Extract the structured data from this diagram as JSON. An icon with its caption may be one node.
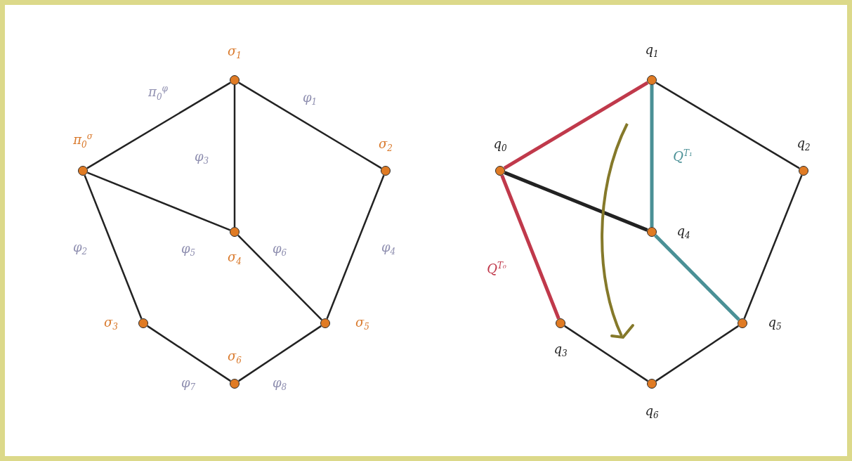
{
  "diagram": {
    "nodes": [
      {
        "text": [],
        "shape": "circle",
        "beside": [
          "σ$_{1}$"
        ]
      },
      {
        "text": [],
        "shape": "circle",
        "beside": [
          "π$_{0}$$^{σ}$"
        ]
      },
      {
        "text": [],
        "shape": "circle",
        "beside": [
          "σ$_{2}$"
        ]
      },
      {
        "text": [],
        "shape": "circle",
        "beside": [
          "σ$_{4}$"
        ]
      },
      {
        "text": [],
        "shape": "circle",
        "beside": [
          "σ$_{3}$"
        ]
      },
      {
        "text": [],
        "shape": "circle",
        "beside": [
          "σ$_{5}$"
        ]
      },
      {
        "text": [],
        "shape": "circle",
        "beside": [
          "σ$_{6}$"
        ]
      },
      {
        "text": [],
        "shape": "circle",
        "beside": [
          "q$_{1}$"
        ]
      },
      {
        "text": [],
        "shape": "circle",
        "beside": [
          "q$_{0}$"
        ]
      },
      {
        "text": [],
        "shape": "circle",
        "beside": [
          "q$_{2}$"
        ]
      },
      {
        "text": [],
        "shape": "circle",
        "beside": [
          "q$_{4}$"
        ]
      },
      {
        "text": [],
        "shape": "circle",
        "beside": [
          "q$_{3}$"
        ]
      },
      {
        "text": [],
        "shape": "circle",
        "beside": [
          "q$_{5}$"
        ]
      },
      {
        "text": [],
        "shape": "circle",
        "beside": [
          "q$_{6}$"
        ]
      }
    ],
    "edges": [
      {
        "from": 0,
        "to": 1,
        "arrow": "none",
        "label": "π$_{0}$$^{φ}$"
      },
      {
        "from": 0,
        "to": 2,
        "arrow": "none",
        "label": "φ$_{1}$"
      },
      {
        "from": 0,
        "to": 3,
        "arrow": "none",
        "label": "φ$_{3}$"
      },
      {
        "from": 1,
        "to": 3,
        "arrow": "none",
        "label": "φ$_{5}$"
      },
      {
        "from": 1,
        "to": 4,
        "arrow": "none",
        "label": "φ$_{2}$"
      },
      {
        "from": 2,
        "to": 5,
        "arrow": "none",
        "label": "φ$_{4}$"
      },
      {
        "from": 3,
        "to": 5,
        "arrow": "none",
        "label": "φ$_{6}$"
      },
      {
        "from": 4,
        "to": 6,
        "arrow": "none",
        "label": "φ$_{7}$"
      },
      {
        "from": 6,
        "to": 5,
        "arrow": "none",
        "label": "φ$_{8}$"
      },
      {
        "from": 8,
        "to": 7,
        "arrow": "none",
        "style": "thick",
        "color": "#c0394b"
      },
      {
        "from": 7,
        "to": 10,
        "arrow": "none",
        "style": "thick",
        "color": "#4a9096",
        "label": "Q$^{T₁}$"
      },
      {
        "from": 8,
        "to": 10,
        "arrow": "none",
        "style": "thick"
      },
      {
        "from": 8,
        "to": 11,
        "arrow": "none",
        "style": "thick",
        "color": "#c0394b",
        "label": "Q$^{T₀}$"
      },
      {
        "from": 10,
        "to": 12,
        "arrow": "none",
        "style": "thick",
        "color": "#4a9096"
      },
      {
        "from": 7,
        "to": 9,
        "arrow": "none"
      },
      {
        "from": 9,
        "to": 12,
        "arrow": "none"
      },
      {
        "from": 11,
        "to": 13,
        "arrow": "none"
      },
      {
        "from": 13,
        "to": 12,
        "arrow": "none"
      }
    ]
  }
}
